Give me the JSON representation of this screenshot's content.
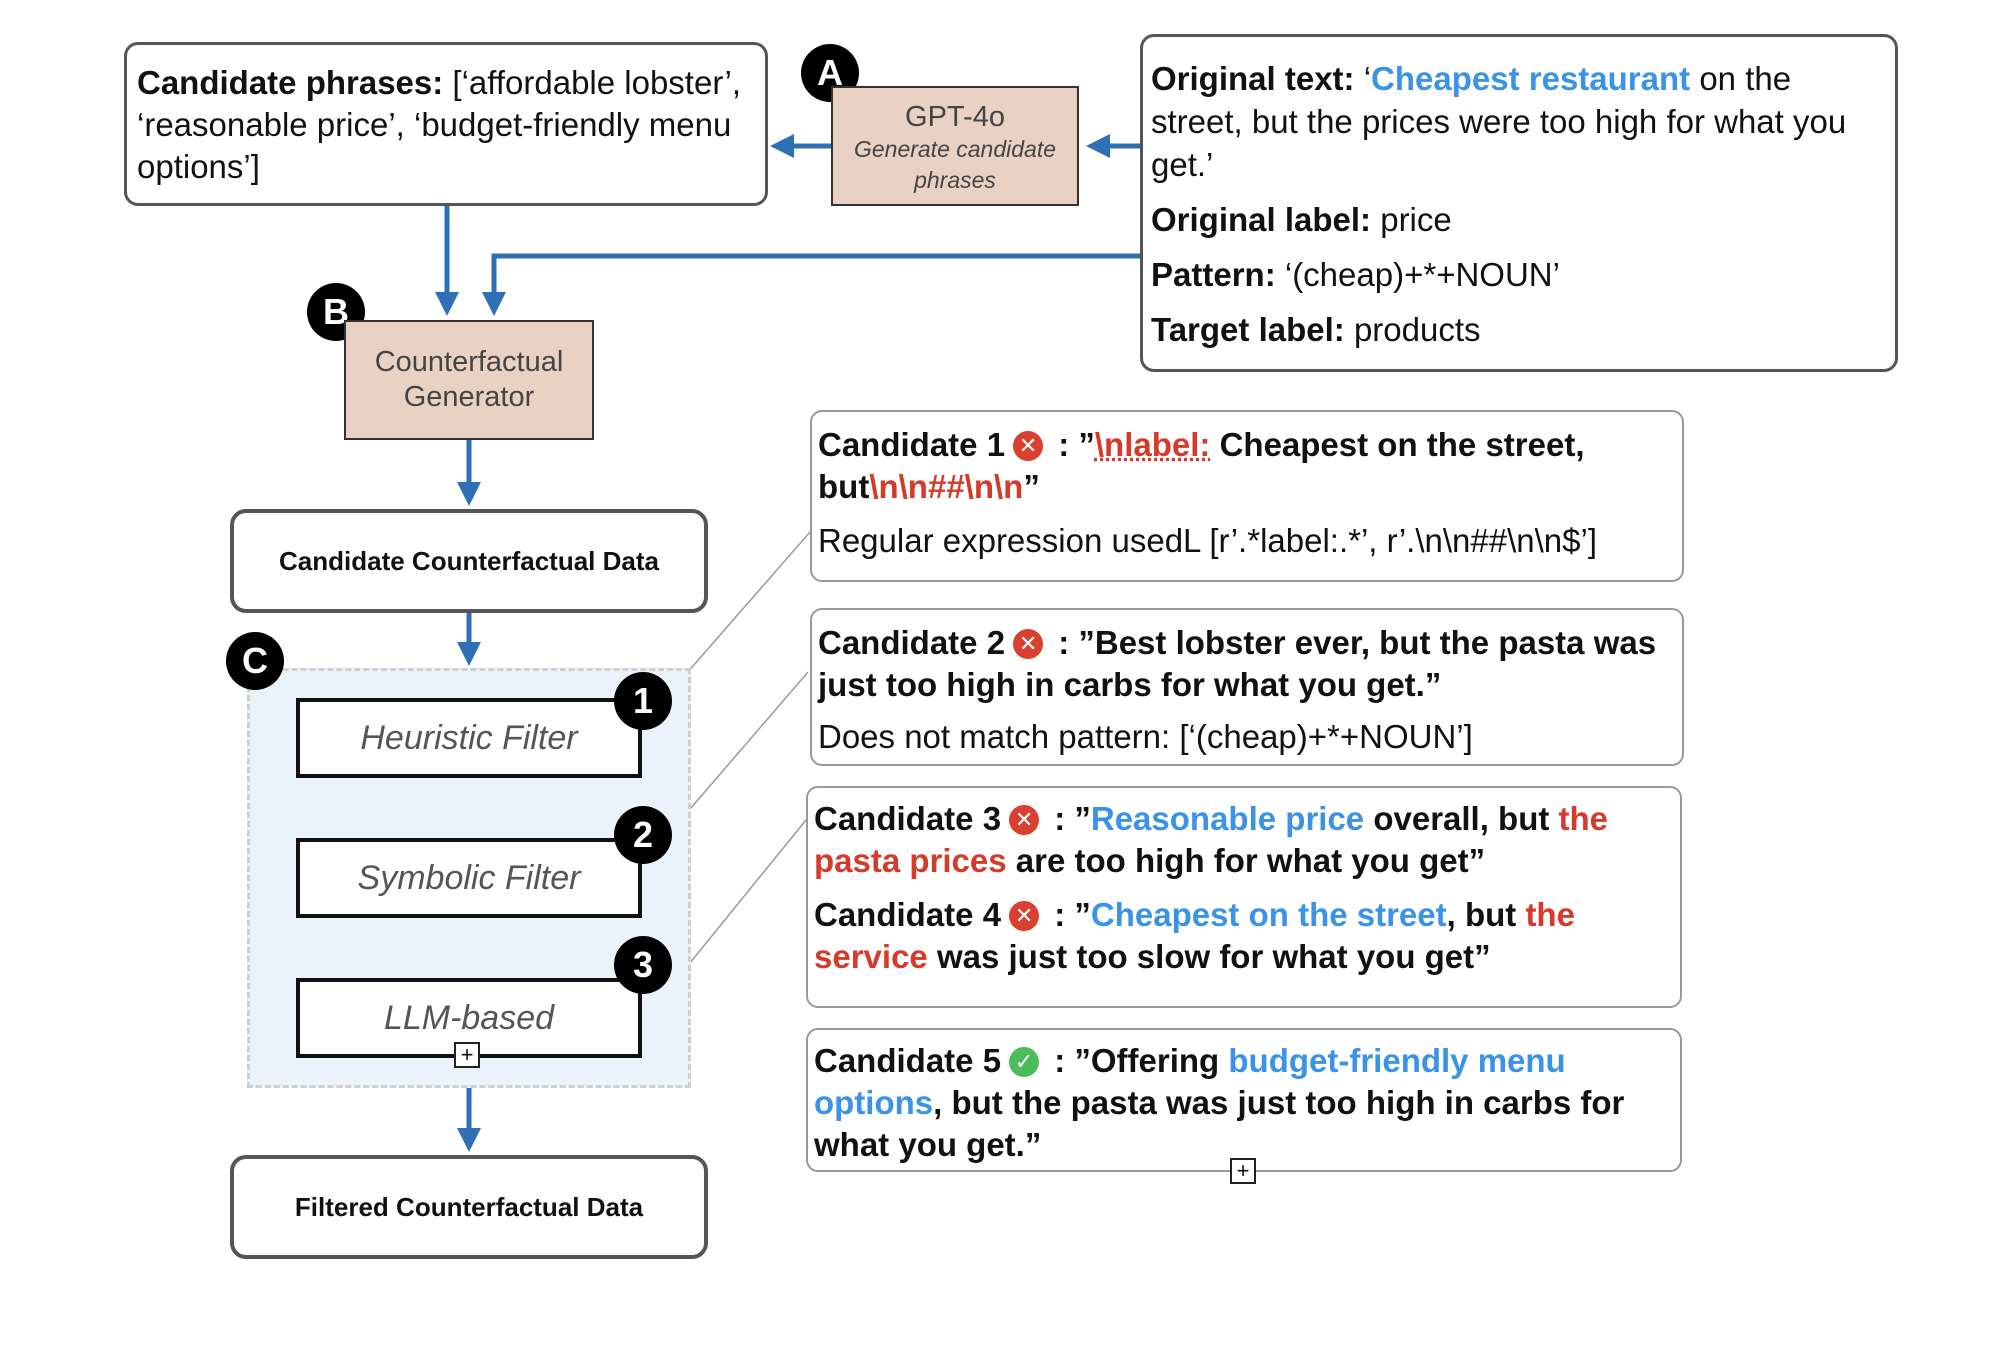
{
  "gpt_box": {
    "title": "GPT-4o",
    "subtitle": "Generate candidate phrases"
  },
  "candidate_phrases": {
    "label": "Candidate phrases:",
    "value": "[‘affordable lobster’, ‘reasonable price’, ‘budget-friendly menu options’]"
  },
  "original": {
    "text_label": "Original text:",
    "text_quote_open": "‘",
    "text_highlight": "Cheapest restaurant",
    "text_rest": " on the street, but the prices were too high for what you get.’",
    "label_label": "Original label:",
    "label_value": "price",
    "pattern_label": "Pattern:",
    "pattern_value": "‘(cheap)+*+NOUN’",
    "target_label": "Target label:",
    "target_value": "products"
  },
  "generator": {
    "label": "Counterfactual Generator"
  },
  "candidate_data": {
    "label": "Candidate Counterfactual Data"
  },
  "filtered_data": {
    "label": "Filtered Counterfactual Data"
  },
  "badges": {
    "a": "A",
    "b": "B",
    "c": "C",
    "one": "1",
    "two": "2",
    "three": "3"
  },
  "filters": {
    "heuristic": "Heuristic Filter",
    "symbolic": "Symbolic Filter",
    "llm": "LLM-based"
  },
  "candidates": {
    "c1": {
      "title": "Candidate 1",
      "colon_quote": " : ”",
      "red1": "\\nlabel:",
      "text1": " Cheapest on the street, but",
      "red2": "\\n\\n##\\n\\n",
      "close": "”",
      "note": "Regular expression usedL [r’.*label:.*’, r’.\\n\\n##\\n\\n$’]"
    },
    "c2": {
      "title": "Candidate 2",
      "colon_quote": " : ”",
      "text": "Best lobster ever, but the pasta was just too high in carbs for what you get.”",
      "note": "Does not match pattern: [‘(cheap)+*+NOUN’]"
    },
    "c3": {
      "title": "Candidate 3",
      "colon_quote": " : ”",
      "blue": "Reasonable price",
      "text1": " overall, but ",
      "red": "the pasta prices",
      "text2": " are too high for what you get”"
    },
    "c4": {
      "title": "Candidate 4",
      "colon_quote": " : ”",
      "blue": "Cheapest on the street",
      "text1": ", but ",
      "red": "the service",
      "text2": " was just too slow for what you get”"
    },
    "c5": {
      "title": "Candidate 5",
      "colon_quote": " : ”Offering ",
      "blue": "budget-friendly menu options",
      "text1": ", but the pasta was just too high in carbs for what you get.”"
    }
  },
  "icons": {
    "reject": "cross-circle-icon",
    "accept": "check-circle-icon",
    "expand": "plus-square-icon"
  },
  "colors": {
    "highlight_blue": "#3a93e6",
    "highlight_red": "#d63a2a",
    "arrow_blue": "#2f6fb5",
    "tan": "#e9d2c4",
    "panel": "#eaf3fc"
  }
}
